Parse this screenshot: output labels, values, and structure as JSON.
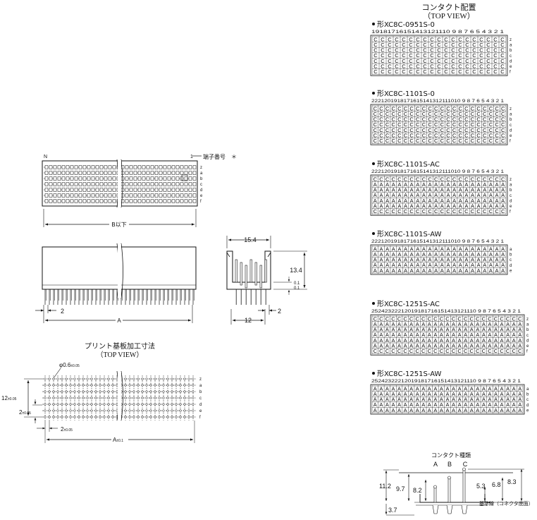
{
  "header": {
    "title": "コンタクト配置",
    "subtitle": "（TOP VIEW）"
  },
  "left": {
    "top_view": {
      "n_label": "N",
      "one_label": "1",
      "pin_label": "端子番号",
      "asterisk": "＊",
      "rows": [
        "z",
        "a",
        "b",
        "c",
        "d",
        "e",
        "f"
      ],
      "b_dim": "B以下"
    },
    "front_view": {
      "dim_a": "A",
      "dim_2": "2"
    },
    "side_view": {
      "dim_154": "15.4",
      "dim_134": "13.4",
      "dim_01a": "0.1",
      "dim_01b": "0.1",
      "dim_12": "12",
      "dim_2": "2"
    },
    "pcb": {
      "title": "プリント基板加工寸法",
      "subtitle": "（TOP VIEW）",
      "hole_prefix": "φ0.6",
      "hole_tol": "±0.05",
      "dim_12": "12",
      "dim_12_tol": "±0.05",
      "dim_2v": "2",
      "dim_2v_tol": "±0.05",
      "dim_2h": "2",
      "dim_2h_tol": "±0.05",
      "dim_a": "A",
      "dim_a_tol": "±0.1",
      "rows": [
        "z",
        "a",
        "b",
        "c",
        "d",
        "e",
        "f"
      ]
    }
  },
  "right": {
    "connectors": [
      {
        "model": "形XC8C-0951S-0",
        "numbers": "19181716151413121110 9 8 7 6 5 4 3 2 1",
        "cols": 19,
        "rows": [
          "z",
          "a",
          "b",
          "c",
          "d",
          "e",
          "f"
        ],
        "letter_rows": [
          "C",
          "C",
          "C",
          "C",
          "C",
          "C",
          "C"
        ]
      },
      {
        "model": "形XC8C-1101S-0",
        "numbers": "2221201918171615141312111010 9 8 7 6 5 4 3 2 1",
        "cols": 22,
        "rows": [
          "z",
          "a",
          "b",
          "c",
          "d",
          "e",
          "f"
        ],
        "letter_rows": [
          "C",
          "C",
          "C",
          "C",
          "C",
          "C",
          "C"
        ]
      },
      {
        "model": "形XC8C-1101S-AC",
        "numbers": "2221201918171615141312111010 9 8 7 6 5 4 3 2 1",
        "cols": 22,
        "rows": [
          "z",
          "a",
          "b",
          "c",
          "d",
          "e",
          "f"
        ],
        "letter_rows": [
          "C",
          "A",
          "A",
          "A",
          "A",
          "A",
          "C"
        ]
      },
      {
        "model": "形XC8C-1101S-AW",
        "numbers": "2221201918171615141312111010 9 8 7 6 5 4 3 2 1",
        "cols": 22,
        "rows": [
          "a",
          "b",
          "c",
          "d",
          "e"
        ],
        "letter_rows": [
          "A",
          "A",
          "A",
          "A",
          "A"
        ]
      },
      {
        "model": "形XC8C-1251S-AC",
        "numbers": "25242322212019181716151413121110 9 8 7 6 5 4 3 2 1",
        "cols": 25,
        "rows": [
          "z",
          "a",
          "b",
          "c",
          "d",
          "e",
          "f"
        ],
        "letter_rows": [
          "C",
          "A",
          "A",
          "A",
          "A",
          "A",
          "C"
        ]
      },
      {
        "model": "形XC8C-1251S-AW",
        "numbers": "25242322212019181716151413121110 9 8 7 6 5 4 3 2 1",
        "cols": 25,
        "rows": [
          "a",
          "b",
          "c",
          "d",
          "e"
        ],
        "letter_rows": [
          "A",
          "A",
          "A",
          "A",
          "A"
        ]
      }
    ],
    "contact_types": {
      "title": "コンタクト種類",
      "labels": [
        "A",
        "B",
        "C"
      ],
      "dims": {
        "d112": "11.2",
        "d97": "9.7",
        "d82": "8.2",
        "d53": "5.3",
        "d68": "6.8",
        "d83": "8.3",
        "d37": "3.7"
      },
      "base_line": "基準線（コネクタ底面）"
    }
  }
}
